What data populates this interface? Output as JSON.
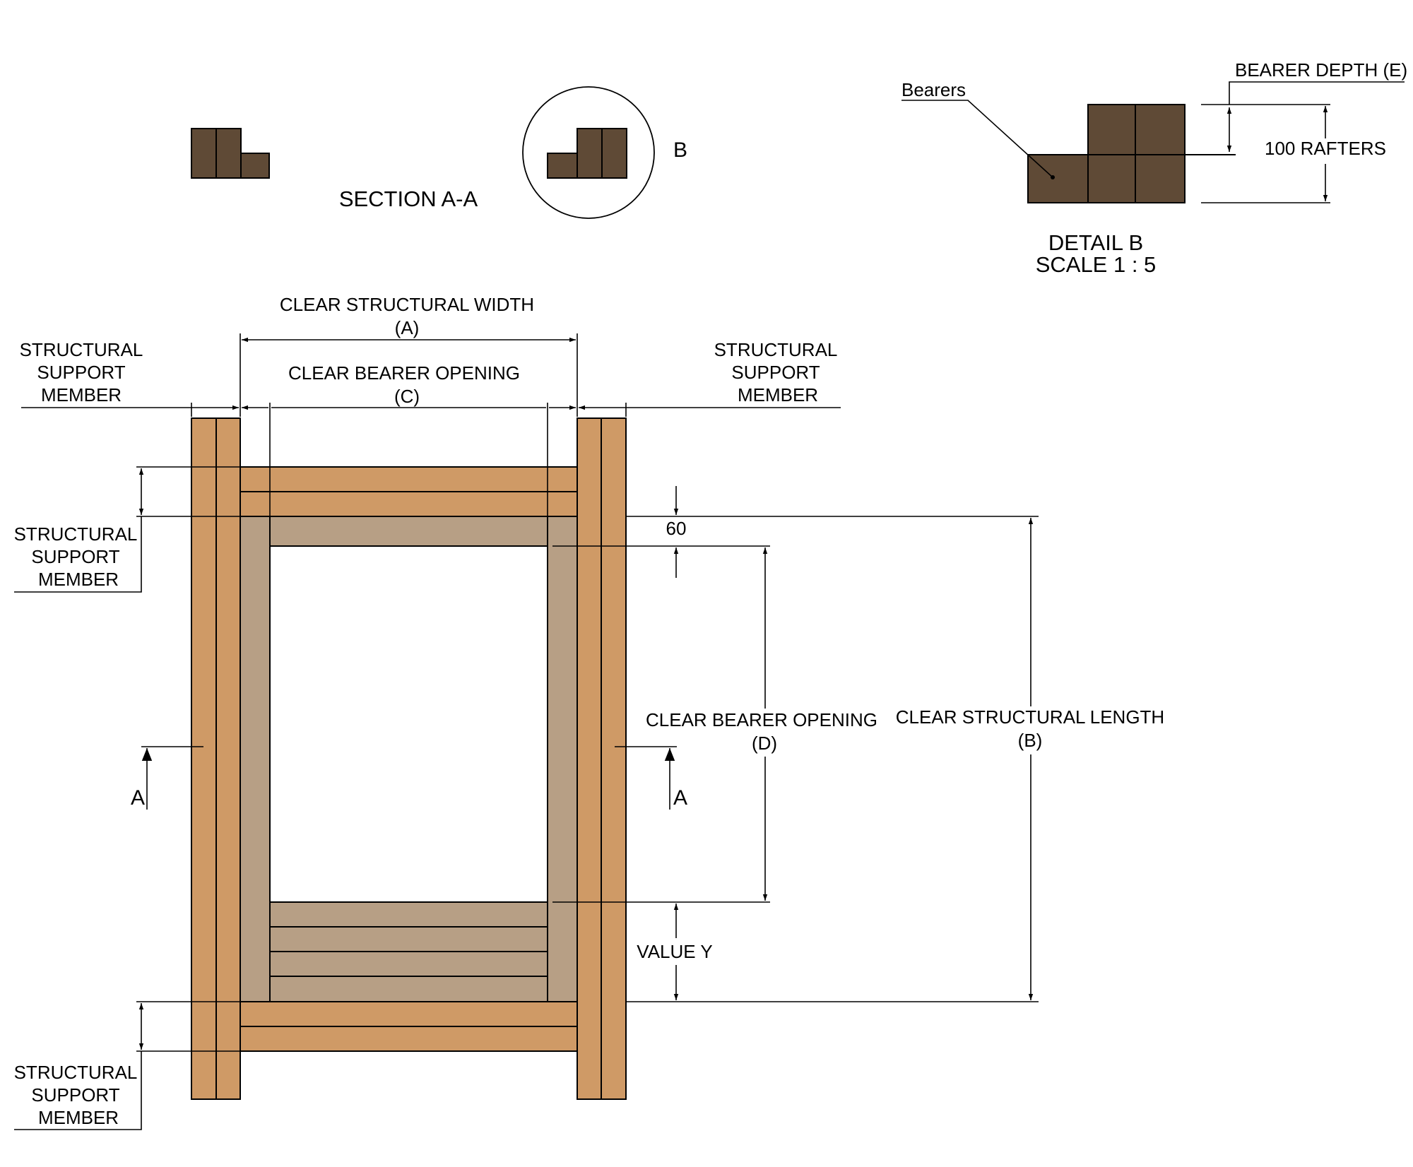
{
  "colors": {
    "wood_mid": "#cf9a66",
    "wood_light": "#b79f85",
    "wood_dark": "#5f4a36",
    "line": "#000000",
    "background": "#ffffff"
  },
  "section_aa": {
    "title": "SECTION A-A",
    "callout_letter": "B"
  },
  "detail_b": {
    "title": "DETAIL B",
    "scale": "SCALE 1 : 5",
    "bearers_label": "Bearers",
    "bearer_depth_label": "BEARER DEPTH (E)",
    "rafters_label": "100 RAFTERS"
  },
  "plan": {
    "clear_structural_width": "CLEAR STRUCTURAL WIDTH",
    "width_tag": "(A)",
    "clear_bearer_opening_c": "CLEAR BEARER OPENING",
    "opening_c_tag": "(C)",
    "ssm_left_top": [
      "STRUCTURAL",
      "SUPPORT",
      "MEMBER"
    ],
    "ssm_right_top": [
      "STRUCTURAL",
      "SUPPORT",
      "MEMBER"
    ],
    "ssm_side_upper": [
      "STRUCTURAL",
      "SUPPORT",
      "MEMBER"
    ],
    "ssm_side_lower": [
      "STRUCTURAL",
      "SUPPORT",
      "MEMBER"
    ],
    "dim_60": "60",
    "clear_bearer_opening_d": "CLEAR BEARER OPENING",
    "opening_d_tag": "(D)",
    "clear_structural_length": "CLEAR STRUCTURAL LENGTH",
    "length_tag": "(B)",
    "value_y": "VALUE Y",
    "section_mark_left": "A",
    "section_mark_right": "A"
  }
}
